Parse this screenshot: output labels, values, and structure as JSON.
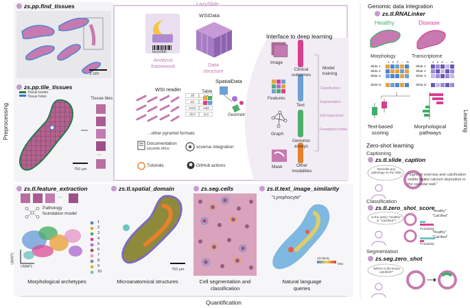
{
  "sections": {
    "preprocessing": "Preprocessing",
    "learning": "Learning",
    "quantification": "Quantification",
    "genomic_integration": "Genomic data integration",
    "zero_shot": "Zero-shot learning"
  },
  "functions": {
    "find_tissues": "zs.pp.find_tissues",
    "tile_tissues": "zs.pp.tile_tissues",
    "feature_extraction": "zs.tl.feature_extraction",
    "spatial_domain": "zs.tl.spatial_domain",
    "seg_cells": "zs.seg.cells",
    "text_image_similarity": "zs.tl.text_image_similarity",
    "rnalinker": "zs.tl.RNALinker",
    "slide_caption": "zs.tl.slide_caption",
    "zero_shot_score": "zs.tl.zero_shot_score",
    "seg_zero_shot": "zs.seg.zero_shot"
  },
  "left": {
    "scale_2cm": "2 cm",
    "legend_border": "Tissue border",
    "legend_holes": "Tissue holes",
    "tissue_tiles": "Tissue tiles",
    "ellipsis": "...",
    "scale_750": "750 μm"
  },
  "center": {
    "title": "LazySlide",
    "lazyslide_word": "lazyslide",
    "analysis_framework": "Analysis framework",
    "wsidata": "WSIData",
    "data_structure": "Data structure",
    "wsi_reader": "WSI reader",
    "formats": [
      ".tiff",
      ".svs",
      ".sxi",
      ".czi",
      ".mrxs",
      ".ndpi",
      ".dcm",
      ".scn"
    ],
    "other_formats": "...other pyramid formats",
    "spatialdata": "SpatialData",
    "table": "Table",
    "geometries": "Geometries",
    "documentation": "Documentation",
    "doc_url": "lazyslide.rtfd.io",
    "scverse": "scverse integration",
    "tutorials": "Tutorials",
    "github": "GitHub actions"
  },
  "deep": {
    "title": "Interface to deep learning",
    "inputs": [
      "Image",
      "Features",
      "Graph",
      "Mask"
    ],
    "outputs": [
      "Clinical outcomes",
      "Text",
      "Genomic assays",
      "Other modalities"
    ],
    "model_training": "Model training",
    "tasks": [
      "Classification",
      "Segmentation",
      "Self-supervised",
      "Foundation model"
    ]
  },
  "bottom": {
    "pathology_fm": "Pathology foundation model",
    "umap1": "UMAP1",
    "umap2": "UMAP2",
    "clusters": [
      "1",
      "2",
      "3",
      "4",
      "5",
      "6",
      "7",
      "8",
      "9",
      "10"
    ],
    "morph_archetypes": "Morphological archetypes",
    "microanatomical": "Microanatomical structures",
    "scale_750": "750 μm",
    "cell_seg": "Cell segmentation and classification",
    "query": "\"Lymphocyte\"",
    "similarity": "Similarity",
    "sim_max": "Max",
    "natural_language": "Natural language queries"
  },
  "right": {
    "healthy": "Healthy",
    "disease": "Disease",
    "morphology": "Morphology",
    "transcriptome": "Transcriptome",
    "col_labels": [
      "1",
      "2",
      "3",
      "...",
      "N"
    ],
    "slides": [
      "Slide 1",
      "Slide 2",
      "Slide 3",
      "Slide N"
    ],
    "text_scoring": "Text-based scoring",
    "morph_pathways": "Morphological pathways",
    "captioning": "Captioning",
    "caption_question": "Describe any pathology on the slide",
    "caption_answer": "\"Signs of sclerosis and calcification visible by the calcium deposition in the vascular wall.\"",
    "classification": "Classification",
    "class_question": "Is the artery \"Healthy\" or \"Calcified\"?",
    "healthy_q": "\"Healthy\"",
    "calcified_q": "\"Calcified\"",
    "probability": "Probability",
    "segmentation": "Segmentation",
    "seg_question": "\"Where is the tissue calcified?\""
  },
  "colors": {
    "purple_frame": "#c9a4cf",
    "tissue_pink": "#c77ab0",
    "healthy_green": "#3fae6a",
    "disease_pink": "#d8408f",
    "border_green": "#1d7a4a",
    "holes_blue": "#3a73d9"
  }
}
